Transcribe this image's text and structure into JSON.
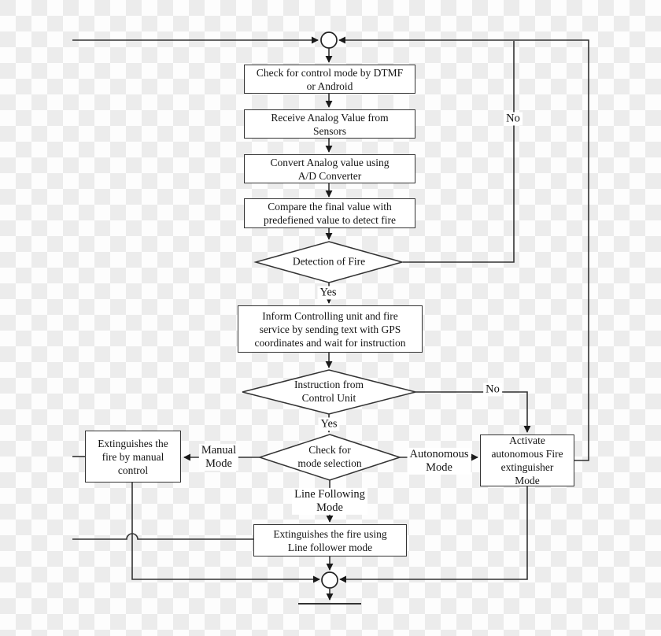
{
  "diagram": {
    "type": "flowchart",
    "subject": "Fire detection and extinguishing robot control flow",
    "background": "transparency-checkerboard",
    "colors": {
      "line": "#333333",
      "node_fill": "#ffffff",
      "text": "#141414",
      "checker_light": "#fdfdfd",
      "checker_dark": "#ececec"
    },
    "nodes": {
      "check_mode": {
        "shape": "process",
        "text": "Check for control mode by DTMF\nor Android"
      },
      "receive_analog": {
        "shape": "process",
        "text": "Receive Analog Value from\nSensors"
      },
      "convert_analog": {
        "shape": "process",
        "text": "Convert Analog value using\nA/D Converter"
      },
      "compare_value": {
        "shape": "process",
        "text": "Compare the final value with\npredefiened value to detect fire"
      },
      "detection_of_fire": {
        "shape": "decision",
        "text": "Detection of Fire"
      },
      "inform_unit": {
        "shape": "process",
        "text": "Inform Controlling unit and fire\nservice by sending text with GPS\ncoordinates and wait for instruction"
      },
      "instruction_from_control": {
        "shape": "decision",
        "text": "Instruction from\nControl Unit"
      },
      "check_mode_selection": {
        "shape": "decision",
        "text": "Check for\nmode selection"
      },
      "manual_extinguish": {
        "shape": "process",
        "text": "Extinguishes the\nfire by manual\ncontrol"
      },
      "activate_autonomous": {
        "shape": "process",
        "text": "Activate\nautonomous Fire\nextinguisher\nMode"
      },
      "line_follower_extinguish": {
        "shape": "process",
        "text": "Extinguishes the fire using\nLine follower mode"
      }
    },
    "edge_labels": {
      "no_detection": "No",
      "yes_detection": "Yes",
      "no_instruction": "No",
      "yes_instruction": "Yes",
      "manual_mode": "Manual\nMode",
      "autonomous_mode": "Autonomous\nMode",
      "line_following_mode": "Line Following\nMode"
    }
  }
}
